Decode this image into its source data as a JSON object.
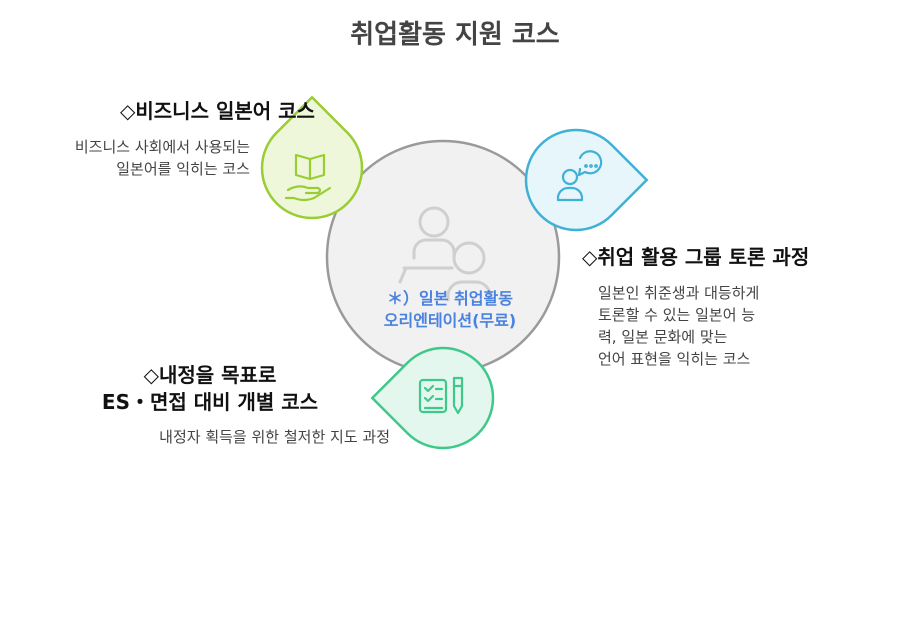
{
  "title": "취업활동 지원 코스",
  "center": {
    "line1": "＊）일본 취업활동",
    "line2": "오리엔테이션(무료)"
  },
  "courses": [
    {
      "id": "business-japanese",
      "heading": "◇비즈니스 일본어 코스",
      "desc": [
        "비즈니스 사회에서 사용되는",
        "일본어를 익히는 코스"
      ],
      "icon": "open-book-hand-icon",
      "color": "#9acd32"
    },
    {
      "id": "group-discussion",
      "heading": "◇취업 활용 그룹 토론 과정",
      "desc": [
        "일본인 취준생과 대등하게",
        "토론할 수 있는 일본어 능",
        "력, 일본 문화에 맞는",
        "언어 표현을 익히는 코스"
      ],
      "icon": "person-speech-bubble-icon",
      "color": "#3fb0d6"
    },
    {
      "id": "es-interview",
      "heading": [
        "◇내정을 목표로",
        "ES・면접 대비 개별 코스"
      ],
      "desc": [
        "내정자 획득을 위한 철저한 지도 과정"
      ],
      "icon": "checklist-pen-icon",
      "color": "#3ec98a"
    }
  ]
}
